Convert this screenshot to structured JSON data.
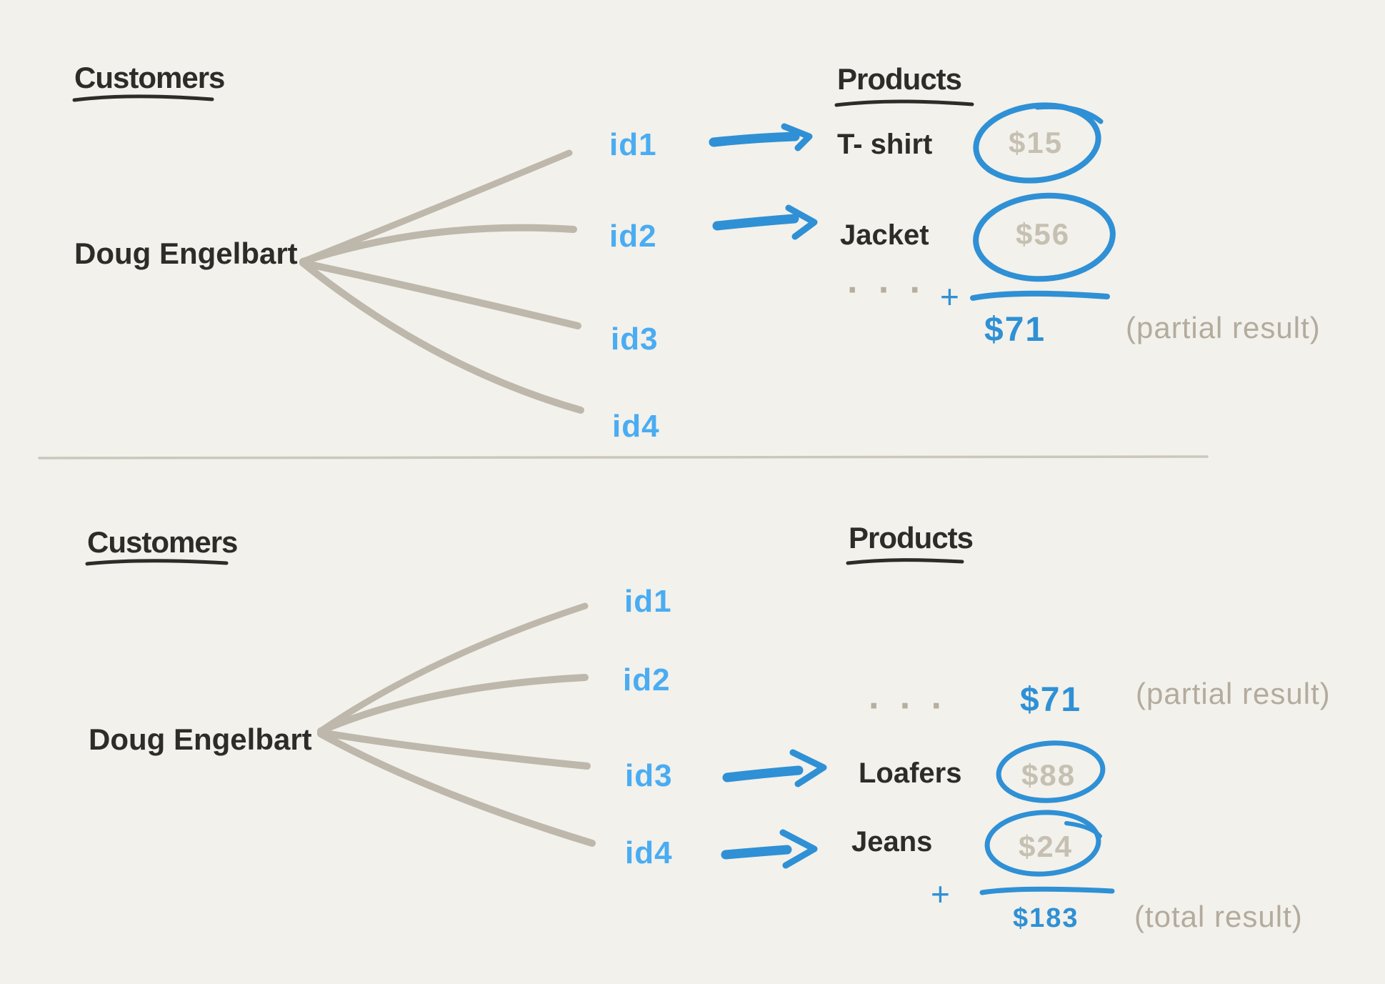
{
  "colors": {
    "background": "#f2f1eb",
    "ink": "#2e2c28",
    "fan_line_gray": "#beb7ab",
    "price_gray": "#c6c0b2",
    "note_gray": "#b3ab9e",
    "divider_gray": "#ccc7bd",
    "id_blue": "#4aacf2",
    "accent_blue": "#2f90d5"
  },
  "top_panel": {
    "customers_heading": "Customers",
    "products_heading": "Products",
    "customer_name": "Doug Engelbart",
    "ids": [
      "id1",
      "id2",
      "id3",
      "id4"
    ],
    "matches": [
      {
        "product": "T- shirt",
        "price": "$15"
      },
      {
        "product": "Jacket",
        "price": "$56"
      }
    ],
    "ellipsis": "· · ·",
    "plus_sign": "+",
    "partial_sum": "$71",
    "partial_note": "(partial result)"
  },
  "bottom_panel": {
    "customers_heading": "Customers",
    "products_heading": "Products",
    "customer_name": "Doug Engelbart",
    "ids": [
      "id1",
      "id2",
      "id3",
      "id4"
    ],
    "ellipsis": "· · ·",
    "partial_sum": "$71",
    "partial_note": "(partial result)",
    "matches": [
      {
        "product": "Loafers",
        "price": "$88"
      },
      {
        "product": "Jeans",
        "price": "$24"
      }
    ],
    "plus_sign": "+",
    "total_sum": "$183",
    "total_note": "(total result)"
  }
}
